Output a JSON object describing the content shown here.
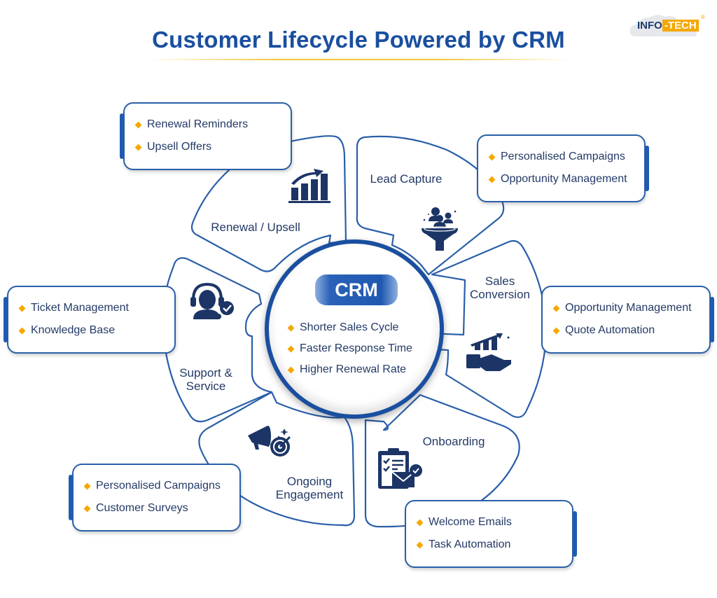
{
  "header": {
    "title": "Customer Lifecycle Powered by CRM",
    "logo": {
      "left": "INFO",
      "right": "TECH",
      "registered": "®"
    }
  },
  "colors": {
    "primary": "#1a4fa0",
    "outline": "#2a5fa8",
    "text": "#243a66",
    "icon": "#1c3566",
    "bullet": "#f5a800",
    "underline": "#f7c83c"
  },
  "center": {
    "label": "CRM",
    "benefits": [
      "Shorter Sales Cycle",
      "Faster Response Time",
      "Higher Renewal Rate"
    ]
  },
  "stages": [
    {
      "id": "lead-capture",
      "label": "Lead Capture",
      "icon": "funnel-people-icon",
      "items": [
        "Personalised Campaigns",
        "Opportunity Management"
      ]
    },
    {
      "id": "sales-conversion",
      "label": "Sales Conversion",
      "label_lines": [
        "Sales",
        "Conversion"
      ],
      "icon": "handshake-growth-icon",
      "items": [
        "Opportunity Management",
        "Quote Automation"
      ]
    },
    {
      "id": "onboarding",
      "label": "Onboarding",
      "icon": "clipboard-email-icon",
      "items": [
        "Welcome Emails",
        "Task Automation"
      ]
    },
    {
      "id": "ongoing-engagement",
      "label": "Ongoing Engagement",
      "label_lines": [
        "Ongoing",
        "Engagement"
      ],
      "icon": "megaphone-target-icon",
      "items": [
        "Personalised Campaigns",
        "Customer Surveys"
      ]
    },
    {
      "id": "support-service",
      "label": "Support & Service",
      "label_lines": [
        "Support &",
        "Service"
      ],
      "icon": "headset-agent-icon",
      "items": [
        "Ticket Management",
        "Knowledge Base"
      ]
    },
    {
      "id": "renewal-upsell",
      "label": "Renewal / Upsell",
      "icon": "growth-chart-icon",
      "items": [
        "Renewal Reminders",
        "Upsell Offers"
      ]
    }
  ]
}
